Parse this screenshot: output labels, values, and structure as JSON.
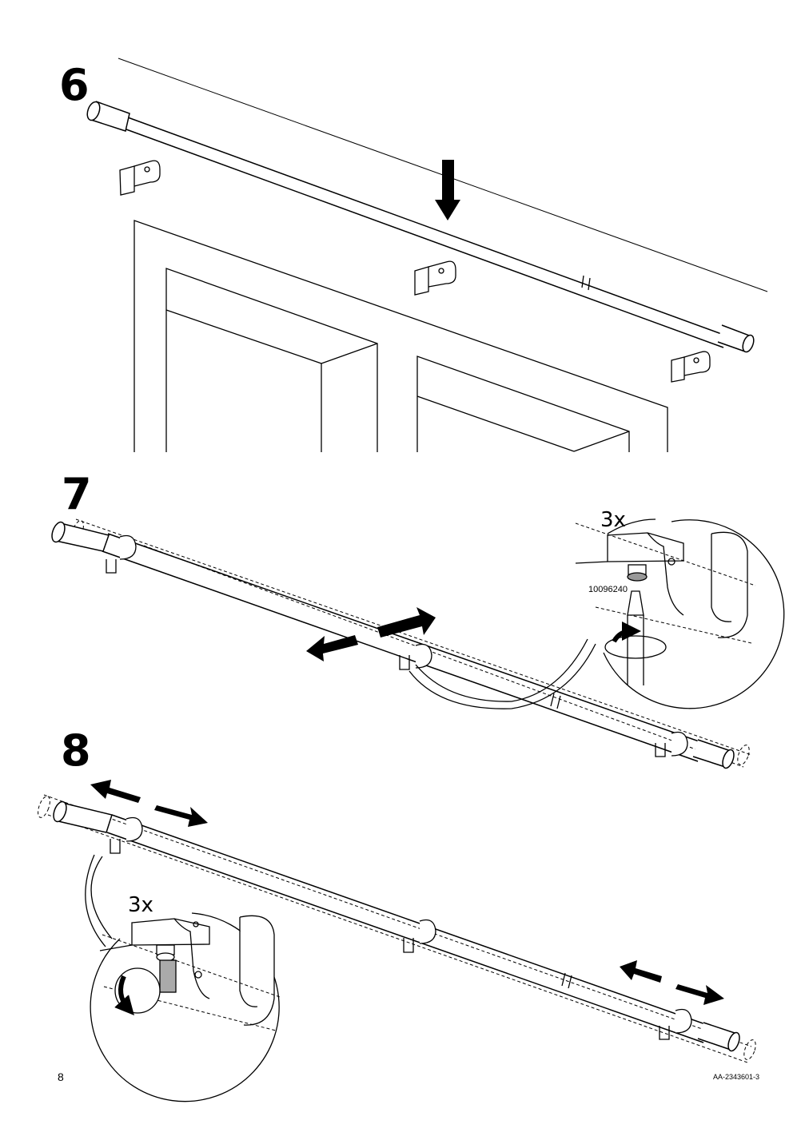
{
  "steps": [
    {
      "number": "6"
    },
    {
      "number": "7",
      "count_label": "3x",
      "part_number": "10096240"
    },
    {
      "number": "8",
      "count_label": "3x"
    }
  ],
  "footer": {
    "page_number": "8",
    "document_code": "AA-2343601-3"
  },
  "icons": [
    "down-arrow-icon",
    "double-arrow-icon",
    "rotate-arrow-icon",
    "screwdriver-icon",
    "screw-icon",
    "bracket-icon",
    "curtain-rod-icon"
  ]
}
